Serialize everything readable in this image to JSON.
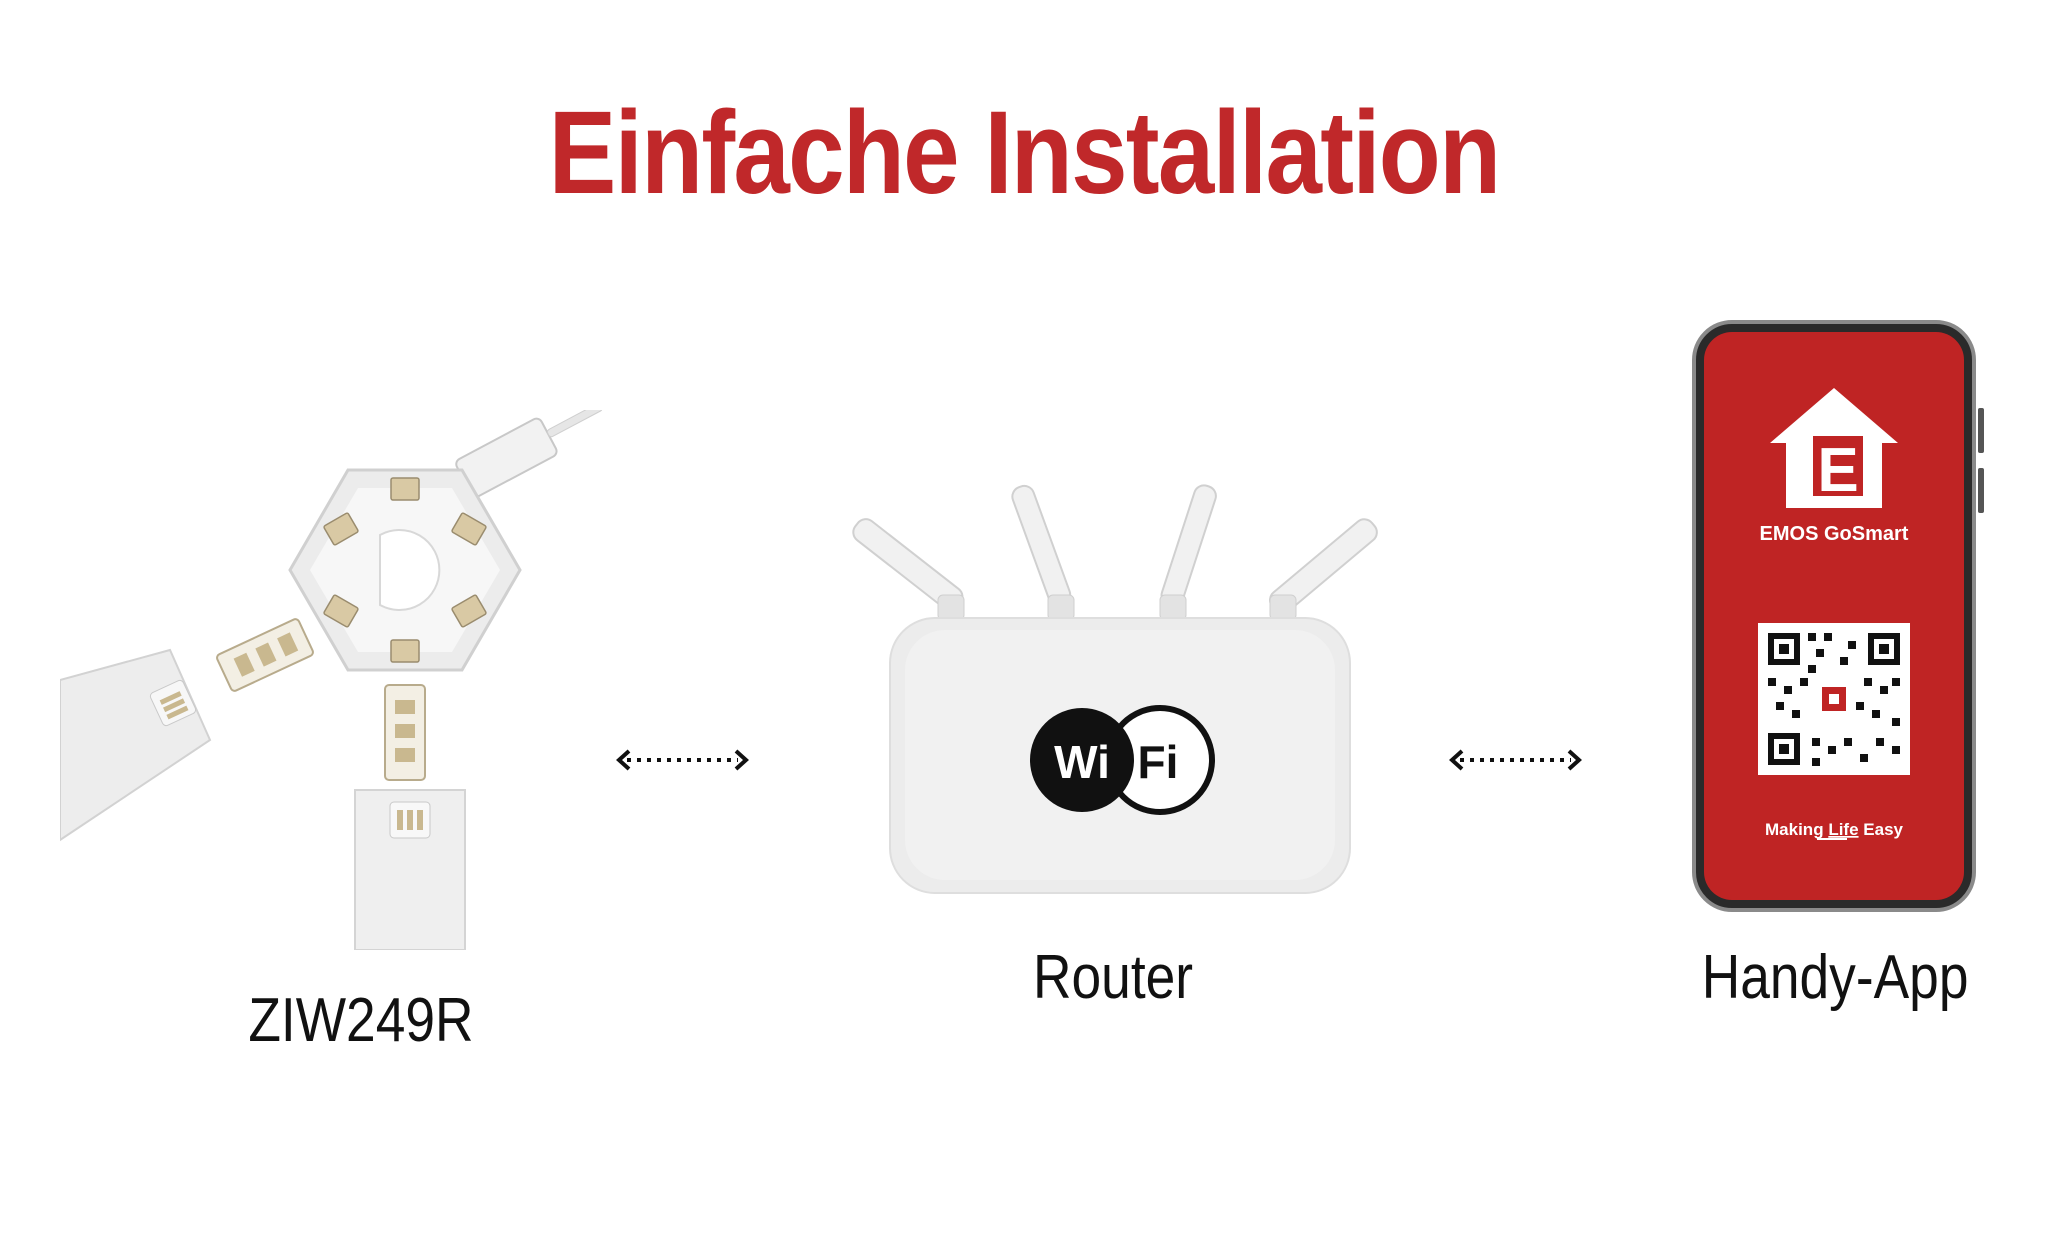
{
  "title": "Einfache Installation",
  "devices": {
    "light": {
      "label": "ZIW249R"
    },
    "router": {
      "label": "Router",
      "wifi_left": "Wi",
      "wifi_right": "Fi"
    },
    "phone": {
      "label": "Handy-App",
      "brand": "EMOS GoSmart",
      "logo_letter": "E",
      "tagline_pre": "Making ",
      "tagline_link": "Life",
      "tagline_post": " Easy"
    }
  },
  "colors": {
    "accent_red": "#c0282a",
    "phone_red": "#bf2424",
    "text_dark": "#111111"
  }
}
